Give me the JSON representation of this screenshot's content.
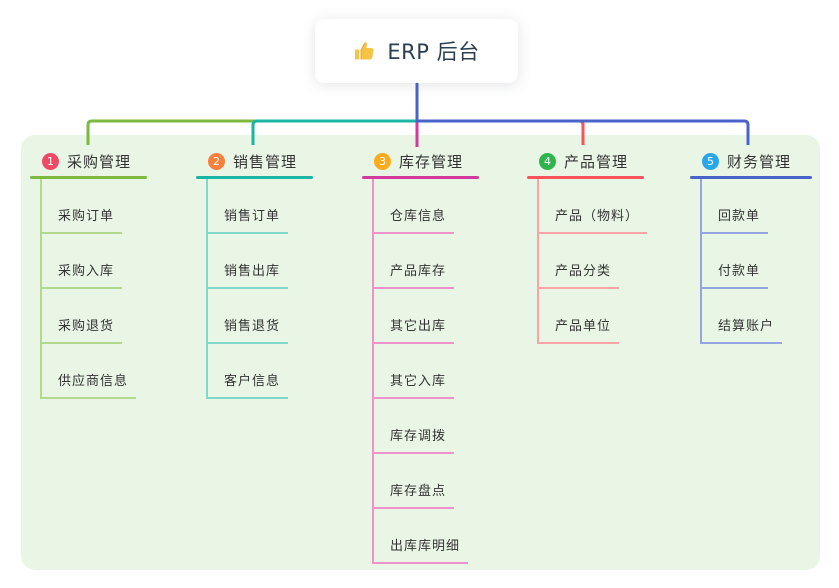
{
  "root_node": {
    "icon": "thumbs-up-icon",
    "label": "ERP 后台"
  },
  "canvas": {
    "background": "#ffffff",
    "panel_background": "#e9f6e6",
    "text_color": "#333333",
    "root_text_color": "#2c3e50",
    "root_connector_color": "#4a63c8"
  },
  "branches": [
    {
      "index": "1",
      "title": "采购管理",
      "badge_color": "#ee4a66",
      "line_color": "#7cb93e",
      "light_line_color": "#b3d98f",
      "children": [
        "采购订单",
        "采购入库",
        "采购退货",
        "供应商信息"
      ]
    },
    {
      "index": "2",
      "title": "销售管理",
      "badge_color": "#f8803f",
      "line_color": "#1bb5a4",
      "light_line_color": "#7fd8ca",
      "children": [
        "销售订单",
        "销售出库",
        "销售退货",
        "客户信息"
      ]
    },
    {
      "index": "3",
      "title": "库存管理",
      "badge_color": "#fbab1c",
      "line_color": "#d43a9e",
      "light_line_color": "#ef92cc",
      "children": [
        "仓库信息",
        "产品库存",
        "其它出库",
        "其它入库",
        "库存调拨",
        "库存盘点",
        "出库库明细"
      ]
    },
    {
      "index": "4",
      "title": "产品管理",
      "badge_color": "#2eb54c",
      "line_color": "#f8535a",
      "light_line_color": "#fba3a7",
      "children": [
        "产品（物料）",
        "产品分类",
        "产品单位"
      ]
    },
    {
      "index": "5",
      "title": "财务管理",
      "badge_color": "#2aa7e8",
      "line_color": "#4a63c8",
      "light_line_color": "#94a5e4",
      "children": [
        "回款单",
        "付款单",
        "结算账户"
      ]
    }
  ]
}
